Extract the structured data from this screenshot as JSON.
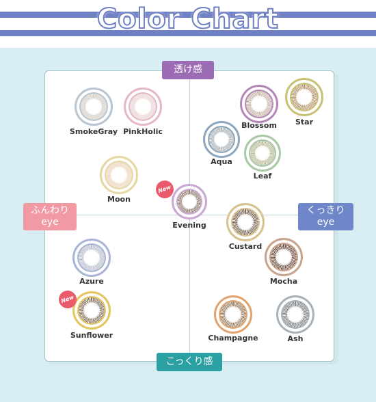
{
  "header": {
    "title": "Color Chart"
  },
  "axes": {
    "top": "透け感",
    "bottom": "こっくり感",
    "left_line1": "ふんわり",
    "left_line2": "eye",
    "right_line1": "くっきり",
    "right_line2": "eye"
  },
  "badge": {
    "new": "New"
  },
  "lenses": [
    {
      "name": "SmokeGray",
      "ring": "#b9c6d2",
      "iris": "#d8d2cc"
    },
    {
      "name": "PinkHolic",
      "ring": "#e4b8c4",
      "iris": "#eed8dc"
    },
    {
      "name": "Blossom",
      "ring": "#b487b8",
      "iris": "#c9b8ae"
    },
    {
      "name": "Star",
      "ring": "#c9c276",
      "iris": "#b89a73"
    },
    {
      "name": "Aqua",
      "ring": "#8ea7bd",
      "iris": "#a7b6c1"
    },
    {
      "name": "Leaf",
      "ring": "#a9c7a5",
      "iris": "#b9bd9e"
    },
    {
      "name": "Moon",
      "ring": "#e6d7a4",
      "iris": "#f0d9c4"
    },
    {
      "name": "Evening",
      "ring": "#c9a8d4",
      "iris": "#8f7b73"
    },
    {
      "name": "Custard",
      "ring": "#d6c28c",
      "iris": "#7d6b5e"
    },
    {
      "name": "Mocha",
      "ring": "#c9a38a",
      "iris": "#6f5646"
    },
    {
      "name": "Azure",
      "ring": "#a8b5d6",
      "iris": "#b9c3d8"
    },
    {
      "name": "Sunflower",
      "ring": "#e3c55e",
      "iris": "#8a7a6a"
    },
    {
      "name": "Champagne",
      "ring": "#e2a46f",
      "iris": "#9b8168"
    },
    {
      "name": "Ash",
      "ring": "#a9b2b9",
      "iris": "#7f8790"
    }
  ],
  "colors": {
    "stripe": "#6f7fc4",
    "background": "#d9eef2",
    "new_badge": "#e95b6b"
  }
}
